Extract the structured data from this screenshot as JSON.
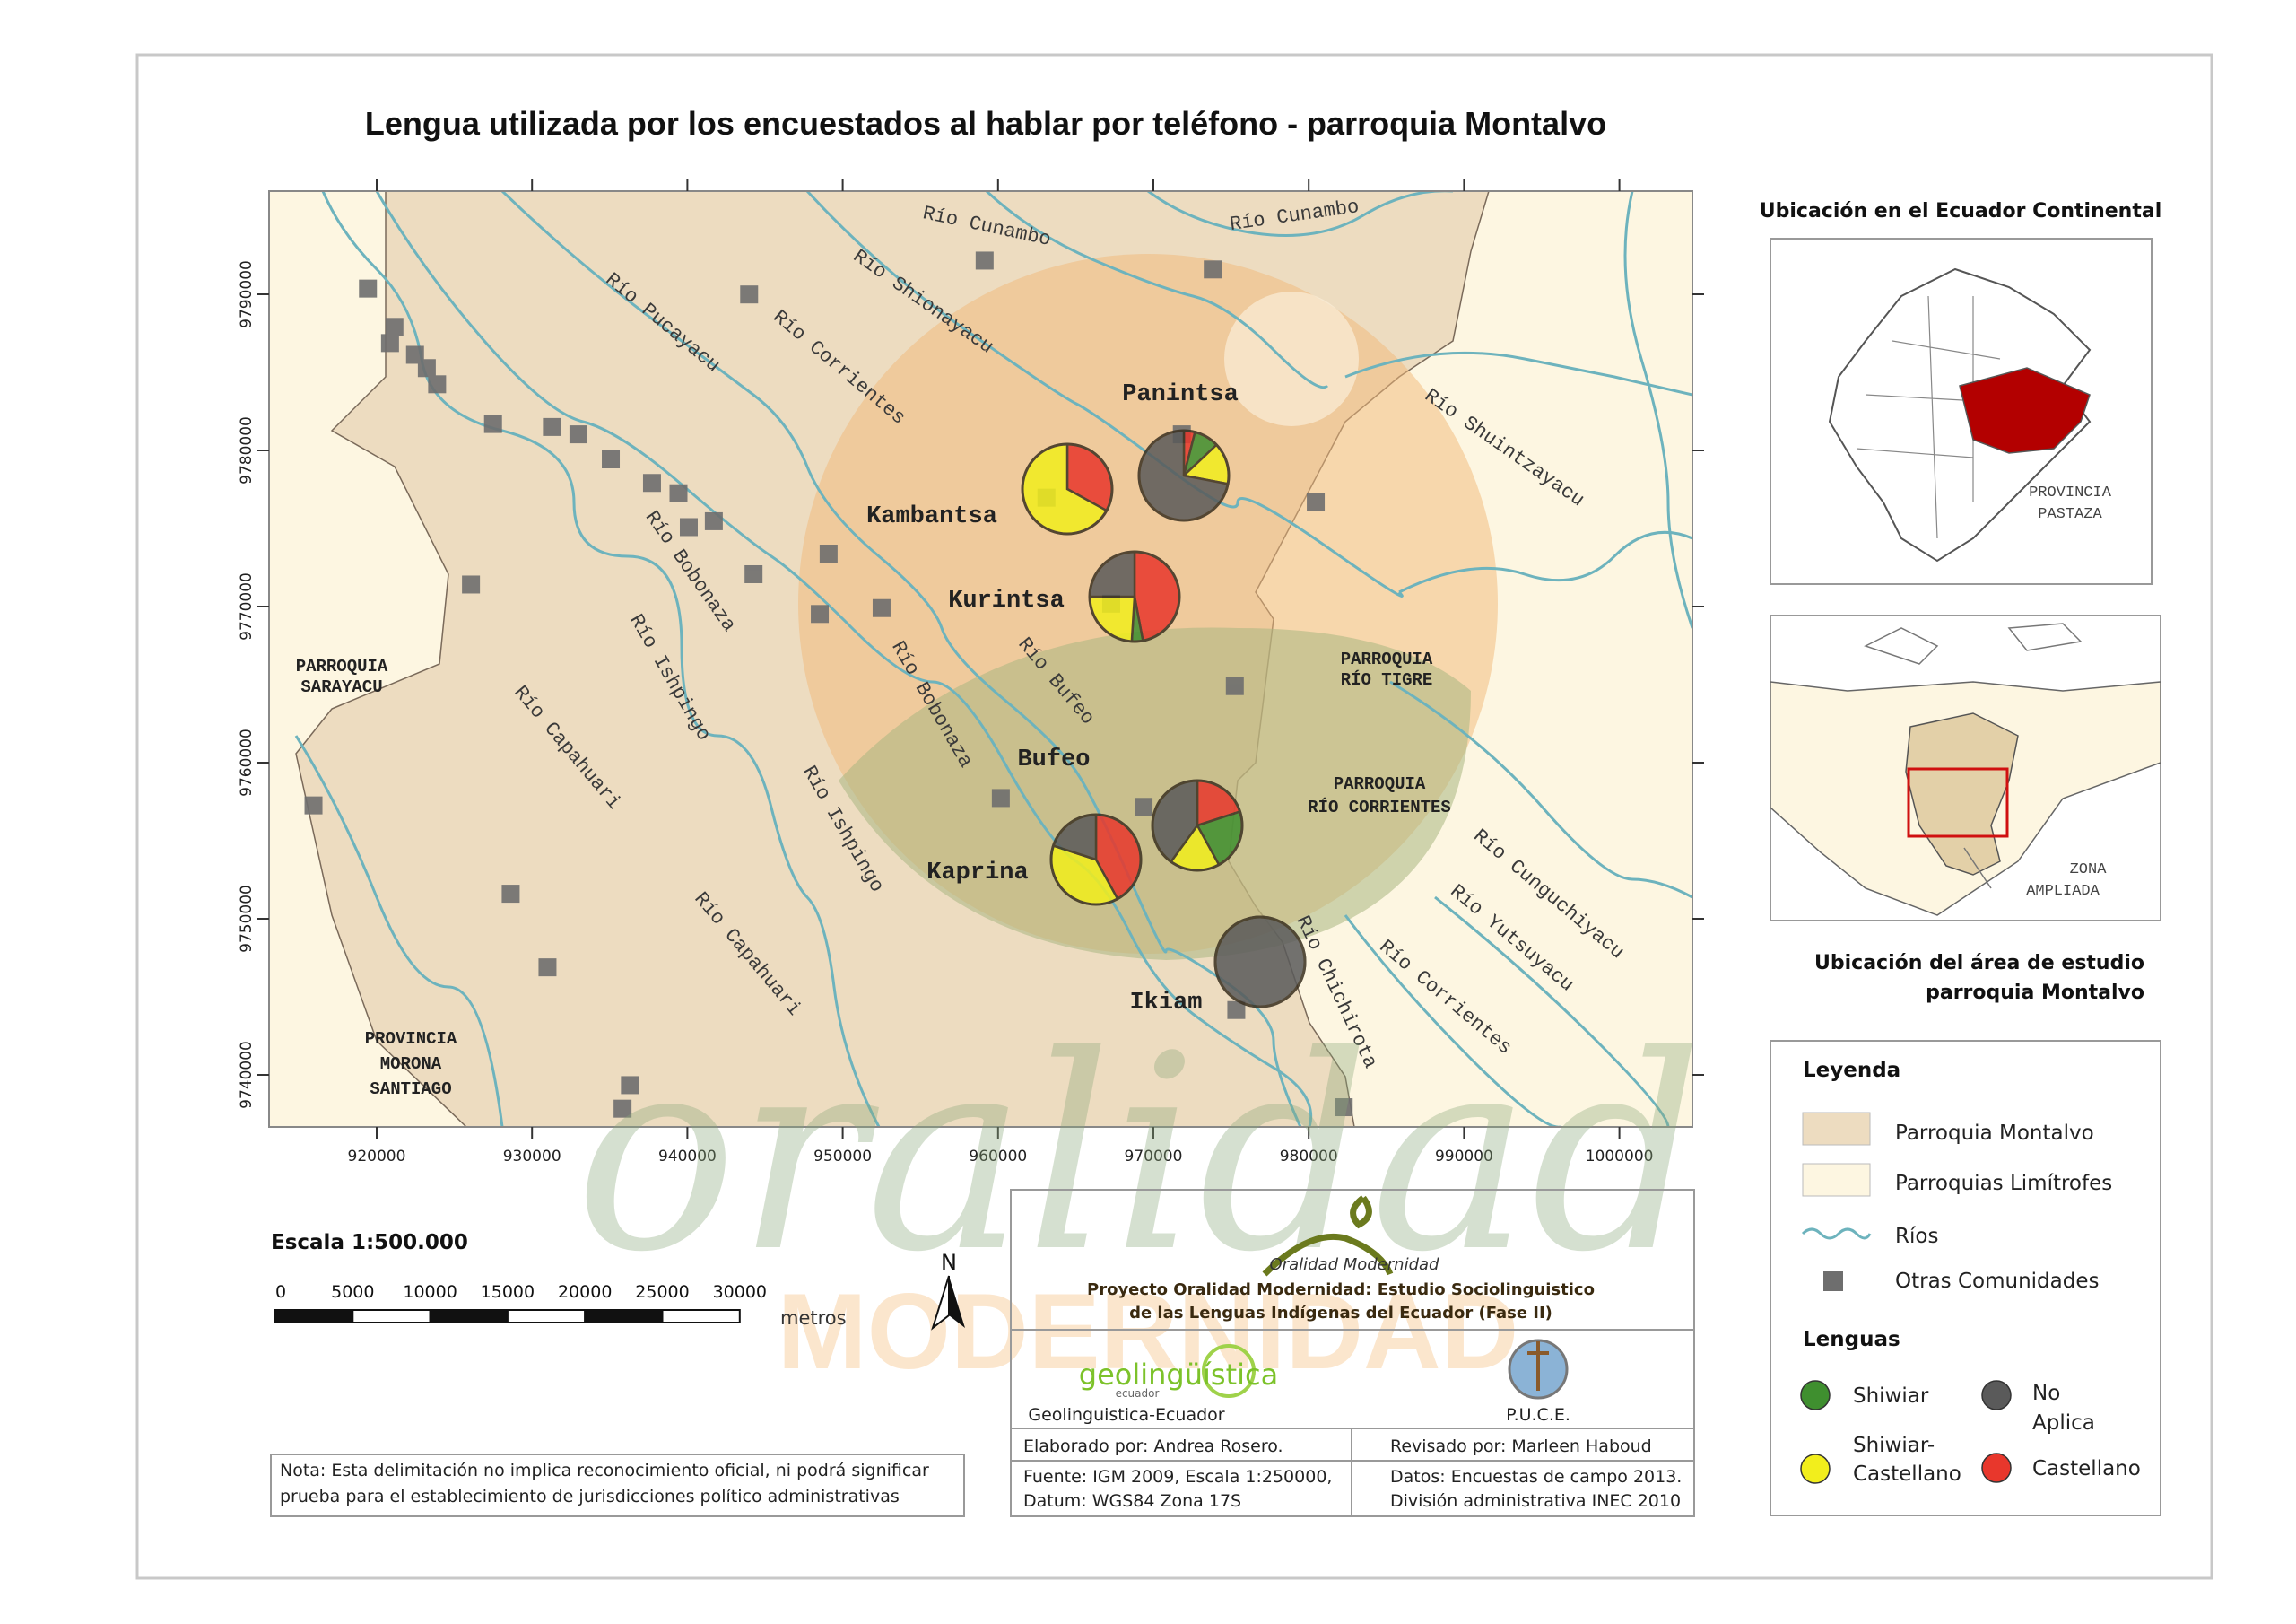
{
  "title": "Lengua utilizada por los encuestados al hablar por teléfono - parroquia Montalvo",
  "map": {
    "x_ticks": [
      "920000",
      "930000",
      "940000",
      "950000",
      "960000",
      "970000",
      "980000",
      "990000",
      "1000000"
    ],
    "y_ticks": [
      "9790000",
      "9780000",
      "9770000",
      "9760000",
      "9750000",
      "9740000"
    ],
    "rivers": [
      "Río Cunambo",
      "Río Cunambo",
      "Río Shionayacu",
      "Río Pucayacu",
      "Río Corrientes",
      "Río Shuintzayacu",
      "Río Bobonaza",
      "Río Bobonaza",
      "Río Ishpingo",
      "Río Ishpingo",
      "Río Capahuari",
      "Río Capahuari",
      "Río Bufeo",
      "Río Chichirota",
      "Río Cunguchiyacu",
      "Río Yutsuyacu",
      "Río Corrientes"
    ],
    "parishes": {
      "sarayacu": [
        "PARROQUIA",
        "SARAYACU"
      ],
      "tigre": [
        "PARROQUIA",
        "RÍO TIGRE"
      ],
      "corrientes": [
        "PARROQUIA",
        "RÍO CORRIENTES"
      ],
      "morona": [
        "PROVINCIA",
        "MORONA",
        "SANTIAGO"
      ]
    },
    "communities": [
      {
        "name": "Panintsa",
        "values": {
          "Castellano": 4,
          "Shiwiar": 9,
          "Shiwiar-Castellano": 15,
          "No Aplica": 72
        }
      },
      {
        "name": "Kambantsa",
        "values": {
          "Castellano": 33,
          "Shiwiar": 0,
          "Shiwiar-Castellano": 67,
          "No Aplica": 0
        }
      },
      {
        "name": "Kurintsa",
        "values": {
          "Castellano": 47,
          "Shiwiar": 4,
          "Shiwiar-Castellano": 24,
          "No Aplica": 25
        }
      },
      {
        "name": "Bufeo",
        "values": {
          "Castellano": 20,
          "Shiwiar": 22,
          "Shiwiar-Castellano": 18,
          "No Aplica": 40
        }
      },
      {
        "name": "Kaprina",
        "values": {
          "Castellano": 42,
          "Shiwiar": 0,
          "Shiwiar-Castellano": 38,
          "No Aplica": 20
        }
      },
      {
        "name": "Ikiam",
        "values": {
          "Castellano": 0,
          "Shiwiar": 0,
          "Shiwiar-Castellano": 0,
          "No Aplica": 100
        }
      }
    ]
  },
  "colors": {
    "Shiwiar": "#3f8f2f",
    "Shiwiar-Castellano": "#f2ee1c",
    "No Aplica": "#5a5a5a",
    "Castellano": "#e8372c",
    "river": "#6db3bd",
    "montalvo": "#eddcc0",
    "limitrofes": "#fdf6e1"
  },
  "scale": {
    "title": "Escala 1:500.000",
    "labels": [
      "0",
      "5000",
      "10000",
      "15000",
      "20000",
      "25000",
      "30000"
    ],
    "unit": "metros",
    "north": "N"
  },
  "note": "Nota: Esta delimitación no implica reconocimiento oficial, ni podrá significar prueba para el establecimiento de jurisdicciones político administrativas",
  "inset1": {
    "title": "Ubicación en el Ecuador Continental",
    "label": [
      "PROVINCIA",
      "PASTAZA"
    ]
  },
  "inset2": {
    "title": [
      "Ubicación del área de estudio",
      "parroquia Montalvo"
    ],
    "label": [
      "ZONA",
      "AMPLIADA"
    ]
  },
  "legend": {
    "title": "Leyenda",
    "items": [
      "Parroquia Montalvo",
      "Parroquias Limítrofes",
      "Ríos",
      "Otras Comunidades"
    ],
    "lenguas_title": "Lenguas",
    "lenguas": [
      "Shiwiar",
      "Shiwiar-",
      "Castellano",
      "No",
      "Aplica",
      "Castellano"
    ]
  },
  "credits": {
    "logo_text": "Oralidad Modernidad",
    "project": [
      "Proyecto Oralidad Modernidad: Estudio Sociolinguistico",
      "de las Lenguas Indígenas del Ecuador  (Fase II)"
    ],
    "geo_logo": "geolingüística",
    "geo_logo_sub": "ecuador",
    "geo_name": "Geolinguistica-Ecuador",
    "puce": "P.U.C.E.",
    "elaborado": "Elaborado por: Andrea Rosero.",
    "revisado": "Revisado por: Marleen Haboud",
    "fuente": [
      "Fuente: IGM 2009, Escala 1:250000,",
      "Datum: WGS84 Zona 17S"
    ],
    "datos": [
      "Datos: Encuestas de campo 2013.",
      "División administrativa INEC 2010"
    ]
  },
  "watermark": [
    "oralidad",
    "MODERNIDAD"
  ]
}
